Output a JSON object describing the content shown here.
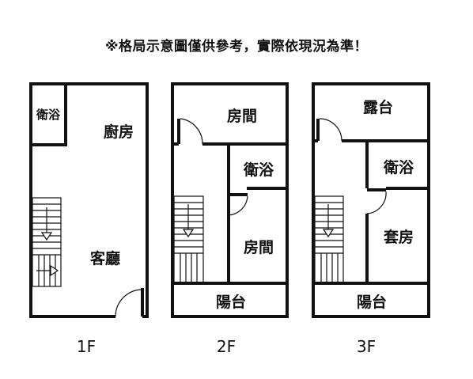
{
  "note": "※格局示意圖僅供參考，實際依現況為準！",
  "floors": [
    {
      "label": "1F",
      "rooms": {
        "bath": "衛浴",
        "kitchen": "廚房",
        "living": "客廳"
      }
    },
    {
      "label": "2F",
      "rooms": {
        "room_top": "房間",
        "bath": "衛浴",
        "room_mid": "房間",
        "balcony": "陽台"
      }
    },
    {
      "label": "3F",
      "rooms": {
        "terrace": "露台",
        "bath": "衛浴",
        "suite": "套房",
        "balcony": "陽台"
      }
    }
  ],
  "icon_names": [
    "stairs-icon",
    "door-swing-icon",
    "arrow-down-icon",
    "arrow-right-icon"
  ]
}
